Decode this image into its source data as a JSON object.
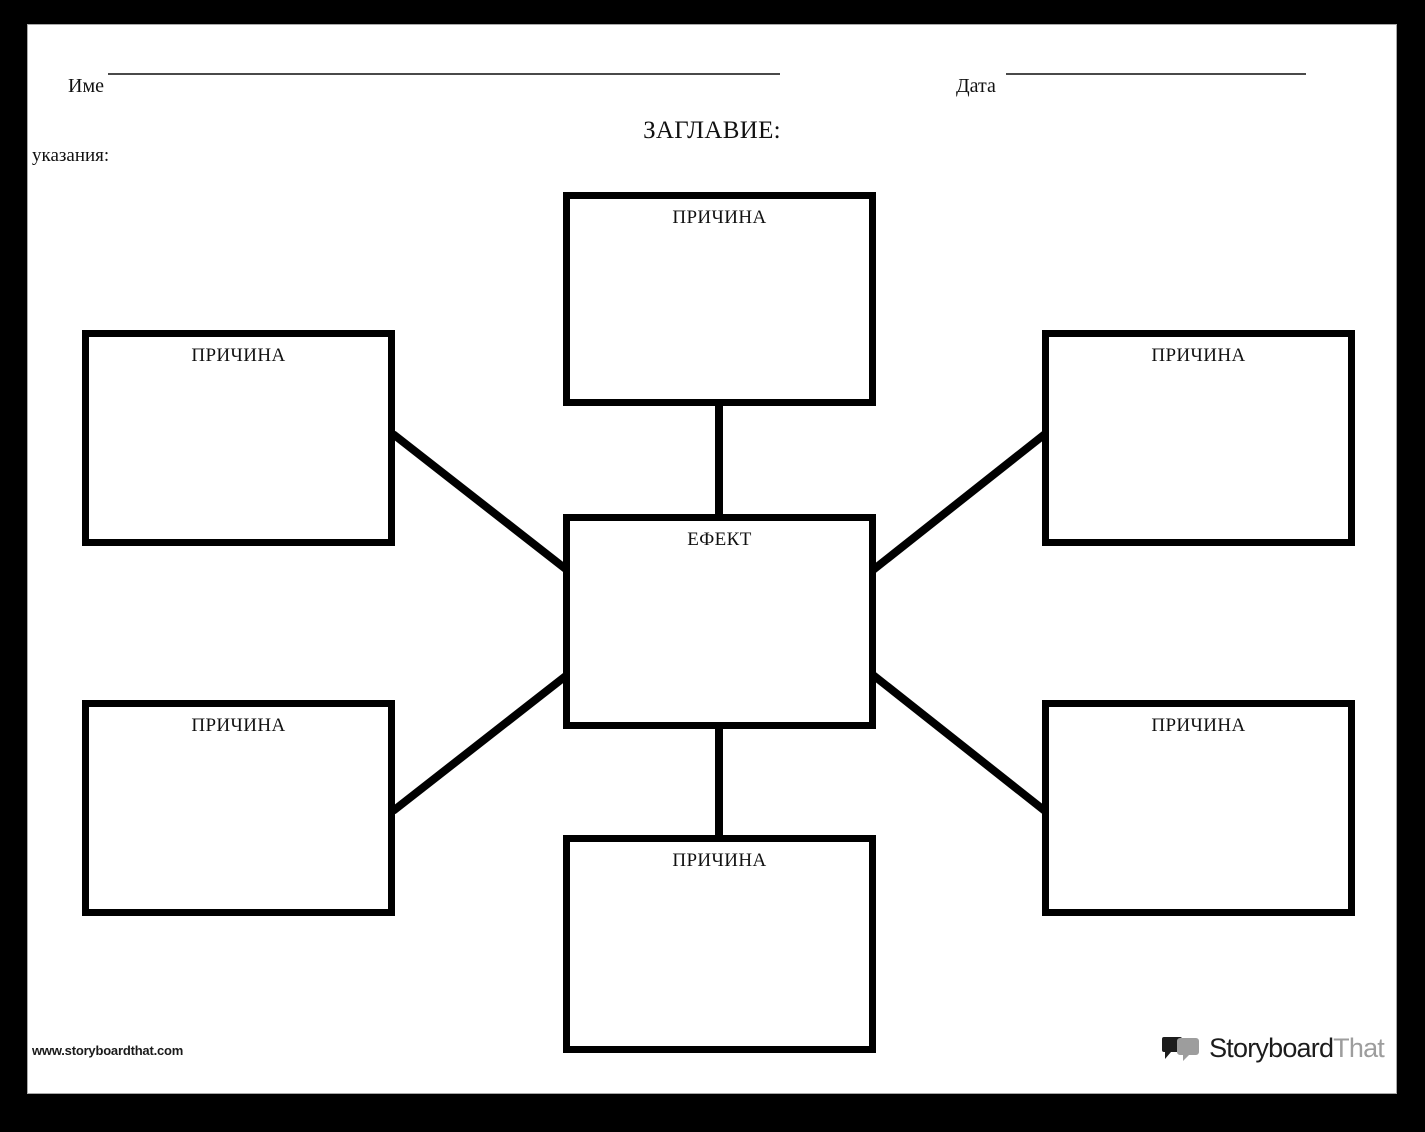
{
  "page": {
    "title": "ЗАГЛАВИЕ:",
    "instructions_label": "указания:",
    "name_label": "Име",
    "date_label": "Дата"
  },
  "diagram": {
    "type": "cause-and-effect-web",
    "center": {
      "label": "ЕФЕКТ",
      "value": ""
    },
    "causes": [
      {
        "position": "top",
        "label": "ПРИЧИНА",
        "value": ""
      },
      {
        "position": "left-top",
        "label": "ПРИЧИНА",
        "value": ""
      },
      {
        "position": "right-top",
        "label": "ПРИЧИНА",
        "value": ""
      },
      {
        "position": "left-bottom",
        "label": "ПРИЧИНА",
        "value": ""
      },
      {
        "position": "right-bottom",
        "label": "ПРИЧИНА",
        "value": ""
      },
      {
        "position": "bottom",
        "label": "ПРИЧИНА",
        "value": ""
      }
    ]
  },
  "footer": {
    "url": "www.storyboardthat.com",
    "brand_first": "Storyboard",
    "brand_second": "That"
  },
  "colors": {
    "frame": "#000000",
    "page": "#ffffff",
    "ink": "#111111",
    "rule": "#4a4a4a",
    "brand_dark": "#1c1c1c",
    "brand_light": "#9d9d9d"
  }
}
